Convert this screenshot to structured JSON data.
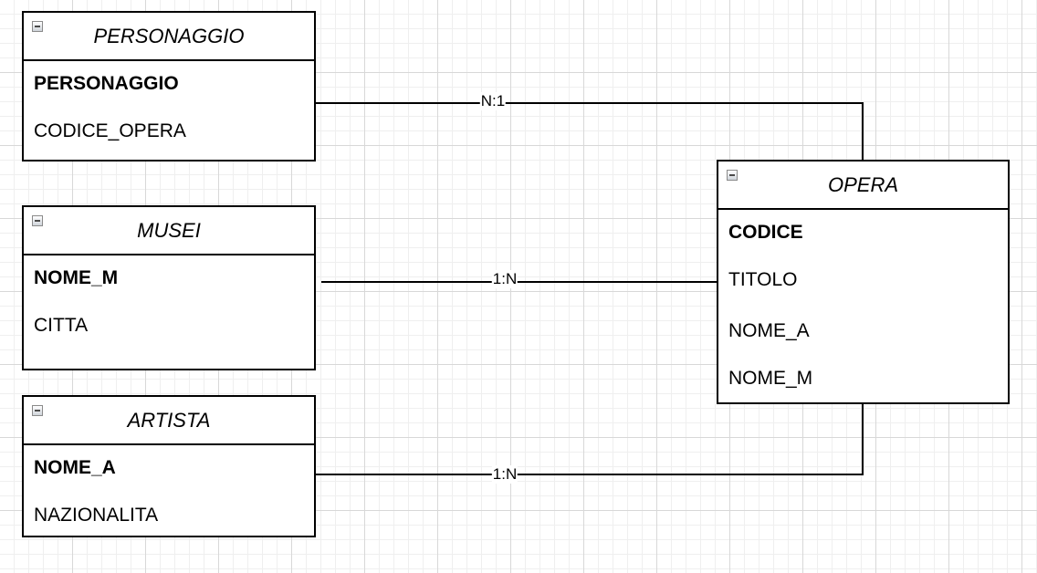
{
  "entities": {
    "personaggio": {
      "title": "PERSONAGGIO",
      "attributes": [
        "PERSONAGGIO",
        "CODICE_OPERA"
      ]
    },
    "musei": {
      "title": "MUSEI",
      "attributes": [
        "NOME_M",
        "CITTA"
      ]
    },
    "artista": {
      "title": "ARTISTA",
      "attributes": [
        "NOME_A",
        "NAZIONALITA"
      ]
    },
    "opera": {
      "title": "OPERA",
      "attributes": [
        "CODICE",
        "TITOLO",
        "NOME_A",
        "NOME_M"
      ]
    }
  },
  "relationships": {
    "personaggio_opera": "N:1",
    "musei_opera": "1:N",
    "artista_opera": "1:N"
  }
}
